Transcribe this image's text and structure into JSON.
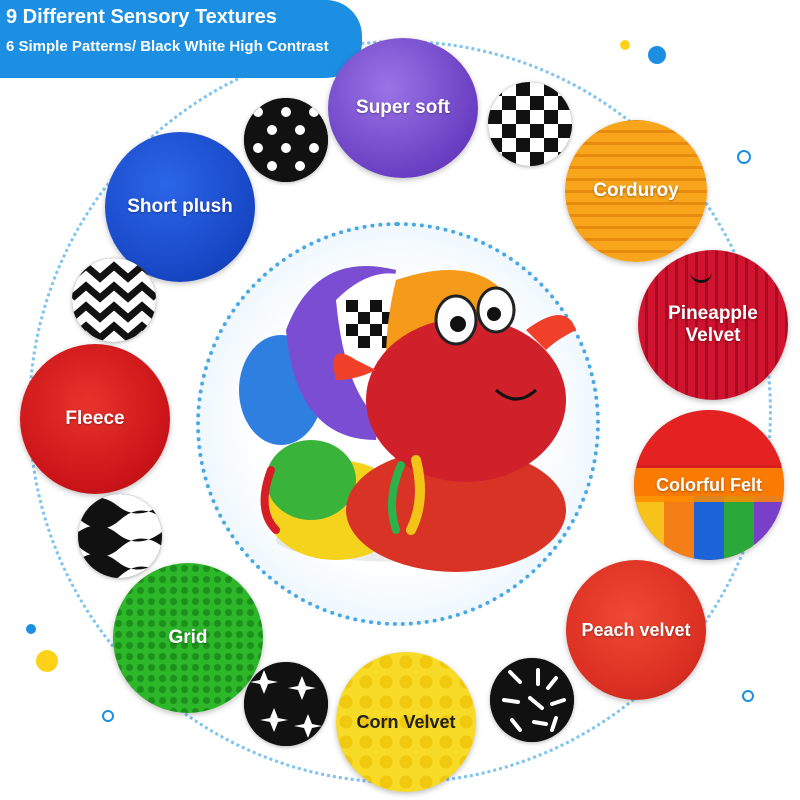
{
  "header": {
    "title": "9 Different Sensory Textures",
    "subtitle": "6 Simple Patterns/ Black White High Contrast"
  },
  "textures": {
    "super_soft": "Super soft",
    "corduroy": "Corduroy",
    "short_plush": "Short plush",
    "pineapple_velvet_1": "Pineapple",
    "pineapple_velvet_2": "Velvet",
    "fleece": "Fleece",
    "colorful_felt": "Colorful Felt",
    "grid": "Grid",
    "peach_velvet": "Peach velvet",
    "corn_velvet": "Corn Velvet"
  },
  "colors": {
    "accent_blue": "#1c8fe2",
    "super_soft": "#7b4fd0",
    "corduroy": "#f7a21b",
    "short_plush": "#1a4fd0",
    "pineapple_velvet": "#c8102e",
    "fleece": "#d91c22",
    "grid": "#2fb52c",
    "peach_velvet": "#e23a2a",
    "corn_velvet": "#f6dc2a"
  }
}
